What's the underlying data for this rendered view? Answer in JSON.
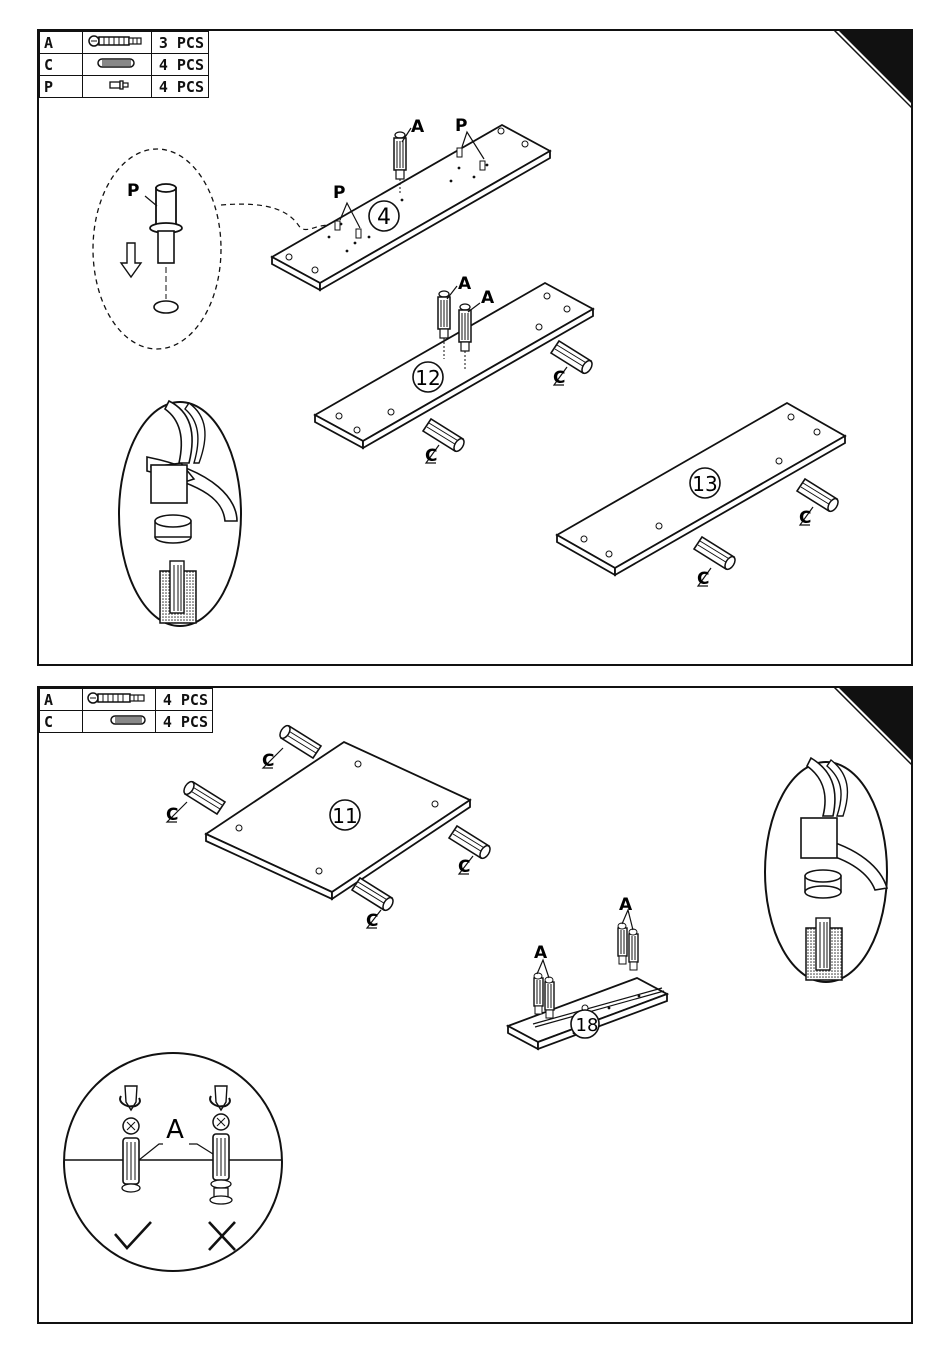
{
  "panel1": {
    "parts": [
      {
        "letter": "A",
        "qty": "3 PCS",
        "icon": "cam-bolt-icon"
      },
      {
        "letter": "C",
        "qty": "4 PCS",
        "icon": "wooden-dowel-icon"
      },
      {
        "letter": "P",
        "qty": "4 PCS",
        "icon": "pin-icon"
      }
    ],
    "detail_label": "P",
    "boards": [
      {
        "number": "4",
        "labels": [
          "A",
          "P",
          "P"
        ]
      },
      {
        "number": "12",
        "labels": [
          "A",
          "A",
          "C",
          "C"
        ]
      },
      {
        "number": "13",
        "labels": [
          "C",
          "C"
        ]
      }
    ]
  },
  "panel2": {
    "parts": [
      {
        "letter": "A",
        "qty": "4 PCS",
        "icon": "cam-bolt-icon"
      },
      {
        "letter": "C",
        "qty": "4 PCS",
        "icon": "wooden-dowel-icon"
      }
    ],
    "boards": [
      {
        "number": "11",
        "labels": [
          "C",
          "C",
          "C",
          "C"
        ]
      },
      {
        "number": "18",
        "labels": [
          "A",
          "A"
        ]
      }
    ],
    "screw_detail_label": "A"
  },
  "colors": {
    "line": "#111111",
    "corner": "#111111",
    "hatch": "#444444"
  }
}
